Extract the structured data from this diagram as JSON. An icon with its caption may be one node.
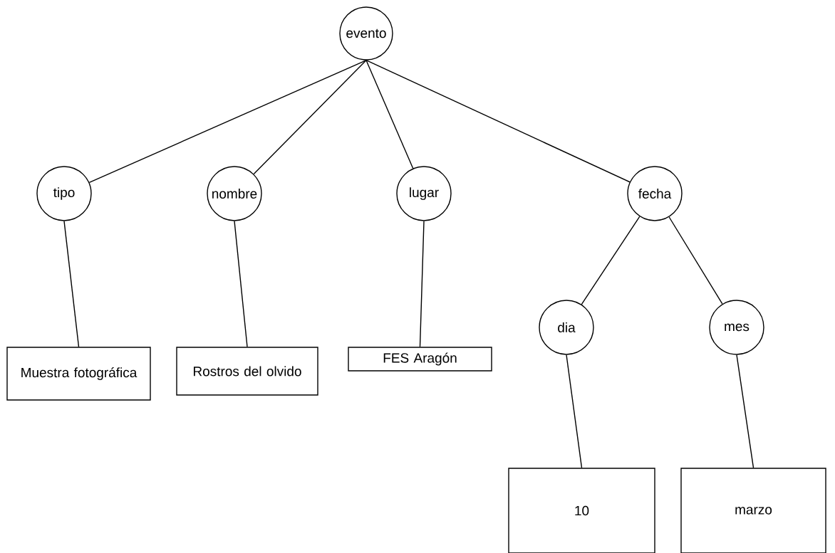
{
  "diagram": {
    "nodes": [
      {
        "text": [
          "evento"
        ]
      },
      {
        "text": [
          "tipo"
        ]
      },
      {
        "text": [
          "nombre"
        ]
      },
      {
        "text": [
          "lugar"
        ]
      },
      {
        "text": [
          "fecha"
        ]
      },
      {
        "text": [
          "Muestra fotográfica"
        ]
      },
      {
        "text": [
          "Rostros del olvido"
        ]
      },
      {
        "text": [
          "FES Aragón"
        ]
      },
      {
        "text": [
          "dia"
        ]
      },
      {
        "text": [
          "mes"
        ]
      },
      {
        "text": [
          "10"
        ]
      },
      {
        "text": [
          "marzo"
        ]
      }
    ],
    "edges": [
      {
        "from": 0,
        "to": 1,
        "arrow": "none"
      },
      {
        "from": 0,
        "to": 2,
        "arrow": "none"
      },
      {
        "from": 0,
        "to": 3,
        "arrow": "none"
      },
      {
        "from": 0,
        "to": 4,
        "arrow": "none"
      },
      {
        "from": 1,
        "to": 5,
        "arrow": "none"
      },
      {
        "from": 2,
        "to": 6,
        "arrow": "none"
      },
      {
        "from": 3,
        "to": 7,
        "arrow": "none"
      },
      {
        "from": 4,
        "to": 8,
        "arrow": "none"
      },
      {
        "from": 4,
        "to": 9,
        "arrow": "none"
      },
      {
        "from": 8,
        "to": 10,
        "arrow": "none"
      },
      {
        "from": 9,
        "to": 11,
        "arrow": "none"
      }
    ]
  }
}
